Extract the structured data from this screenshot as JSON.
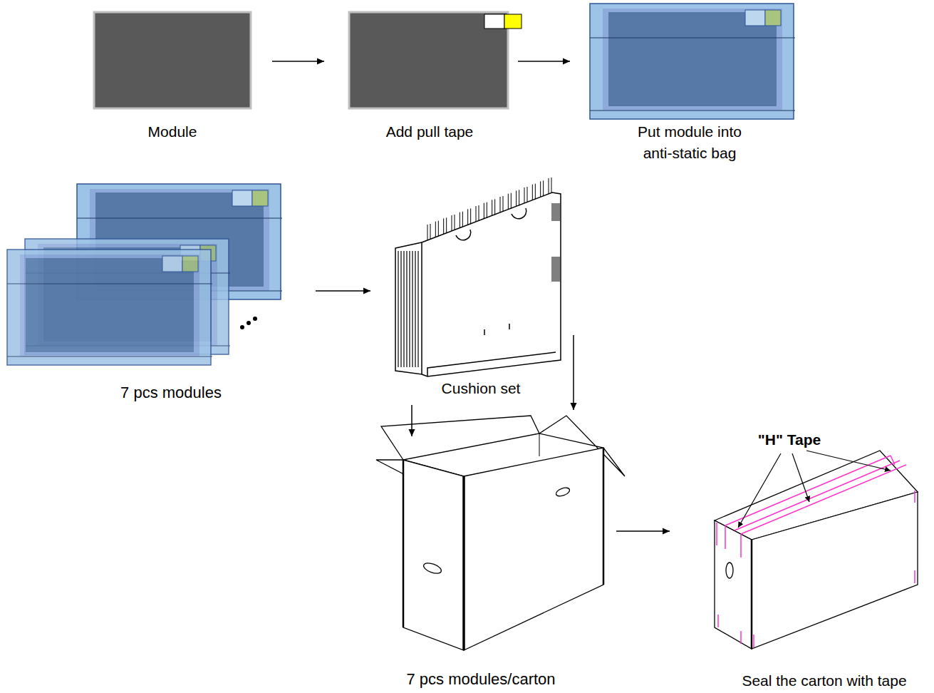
{
  "diagram": {
    "nodes": [
      {
        "text": [
          "Module"
        ]
      },
      {
        "text": [
          "Add pull tape"
        ]
      },
      {
        "text": [
          "Put module into anti-static bag"
        ]
      },
      {
        "text": [
          "7 pcs modules"
        ]
      },
      {
        "text": [
          "Cushion set"
        ]
      },
      {
        "text": [
          "7 pcs modules/carton"
        ]
      },
      {
        "text": [
          "Seal the carton with tape"
        ]
      }
    ],
    "edges": [
      {
        "from": 0,
        "to": 1,
        "arrow": "to"
      },
      {
        "from": 1,
        "to": 2,
        "arrow": "to"
      },
      {
        "from": 3,
        "to": 4,
        "arrow": "to"
      },
      {
        "from": 4,
        "to": 5,
        "arrow": "to"
      },
      {
        "from": 4,
        "to": 5,
        "arrow": "to"
      },
      {
        "from": 5,
        "to": 6,
        "arrow": "to"
      }
    ],
    "labels": [
      "\"H\" Tape"
    ]
  }
}
